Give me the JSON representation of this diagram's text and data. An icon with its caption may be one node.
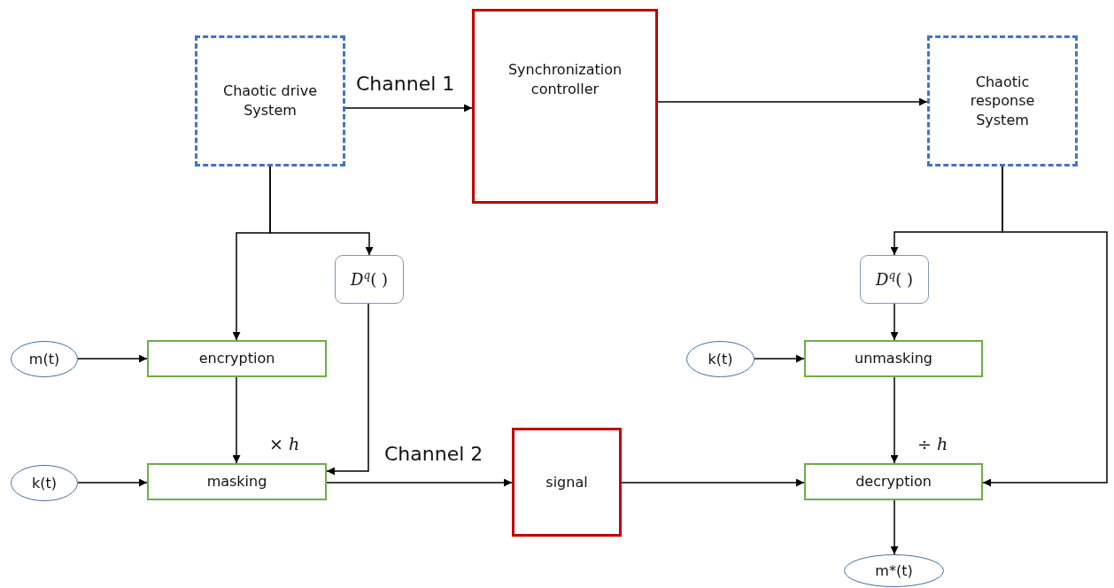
{
  "diagram": {
    "nodes": [
      {
        "text": [
          "Chaotic drive System"
        ]
      },
      {
        "text": [
          "Synchronization controller"
        ]
      },
      {
        "text": [
          "Chaotic response System"
        ]
      },
      {
        "text": [
          "*D*$^{q}$( )"
        ]
      },
      {
        "text": [
          "m(t)"
        ]
      },
      {
        "text": [
          "encryption"
        ]
      },
      {
        "text": [
          "k(t)"
        ]
      },
      {
        "text": [
          "masking"
        ]
      },
      {
        "text": [
          "signal"
        ]
      },
      {
        "text": [
          "*D*$^{q}$( )"
        ]
      },
      {
        "text": [
          "k(t)"
        ]
      },
      {
        "text": [
          "unmasking"
        ]
      },
      {
        "text": [
          "decryption"
        ]
      },
      {
        "text": [
          "m*(t)"
        ]
      }
    ],
    "edges": [
      {
        "from": 0,
        "to": 1,
        "arrow": "to",
        "label": "Channel 1"
      },
      {
        "from": 1,
        "to": 2,
        "arrow": "to"
      },
      {
        "from": 0,
        "to": 5,
        "arrow": "to"
      },
      {
        "from": 0,
        "to": 3,
        "arrow": "to"
      },
      {
        "from": 2,
        "to": 9,
        "arrow": "to"
      },
      {
        "from": 2,
        "to": 12,
        "arrow": "to"
      },
      {
        "from": 3,
        "to": 7,
        "arrow": "to"
      },
      {
        "from": 4,
        "to": 5,
        "arrow": "to"
      },
      {
        "from": 5,
        "to": 7,
        "arrow": "to",
        "label": "× *h*"
      },
      {
        "from": 6,
        "to": 7,
        "arrow": "to"
      },
      {
        "from": 7,
        "to": 8,
        "arrow": "to",
        "label": "Channel 2"
      },
      {
        "from": 8,
        "to": 12,
        "arrow": "to"
      },
      {
        "from": 10,
        "to": 11,
        "arrow": "to"
      },
      {
        "from": 9,
        "to": 11,
        "arrow": "to"
      },
      {
        "from": 11,
        "to": 12,
        "arrow": "to",
        "label": "÷ *h*"
      },
      {
        "from": 12,
        "to": 13,
        "arrow": "to"
      }
    ]
  }
}
